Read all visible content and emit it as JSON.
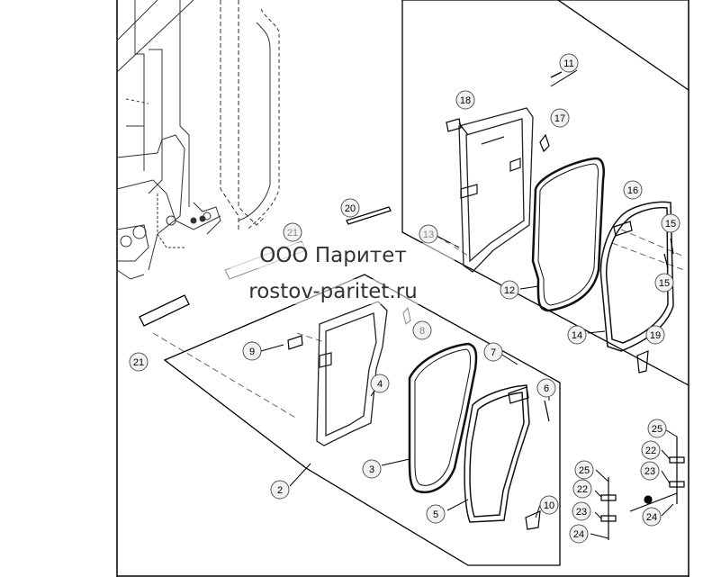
{
  "watermark": {
    "company": "ООО Паритет",
    "website": "rostov-paritet.ru"
  },
  "callouts": {
    "c2": "2",
    "c3": "3",
    "c4": "4",
    "c5": "5",
    "c6": "6",
    "c7": "7",
    "c8": "8",
    "c9": "9",
    "c10": "10",
    "c11": "11",
    "c12": "12",
    "c13": "13",
    "c14": "14",
    "c15a": "15",
    "c15b": "15",
    "c16": "16",
    "c17": "17",
    "c18": "18",
    "c19": "19",
    "c20": "20",
    "c21a": "21",
    "c21b": "21",
    "c22a": "22",
    "c22b": "22",
    "c23a": "23",
    "c23b": "23",
    "c24a": "24",
    "c24b": "24",
    "c25a": "25",
    "c25b": "25"
  }
}
